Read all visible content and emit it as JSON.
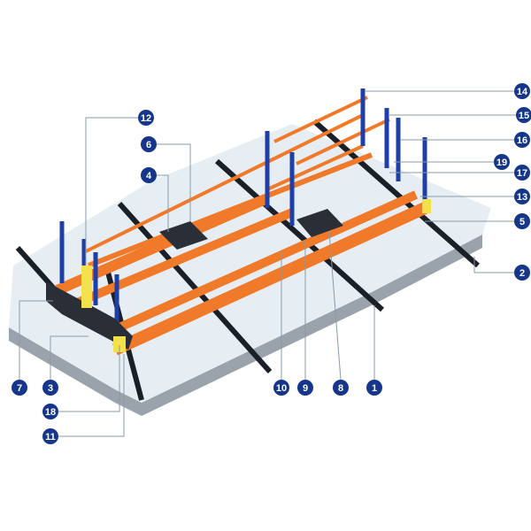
{
  "colors": {
    "callout": "#15368a",
    "leader": "#8a9aa8",
    "upright": "#1f3fa8",
    "beam": "#f07a2a",
    "rail": "#1b1f27",
    "floor": "#e6eef4",
    "floor_edge": "#9aa3ab",
    "bumper": "#f2e14a"
  },
  "callouts": [
    "14",
    "15",
    "16",
    "19",
    "17",
    "13",
    "5",
    "2",
    "12",
    "6",
    "4",
    "7",
    "3",
    "18",
    "11",
    "10",
    "9",
    "8",
    "1"
  ]
}
